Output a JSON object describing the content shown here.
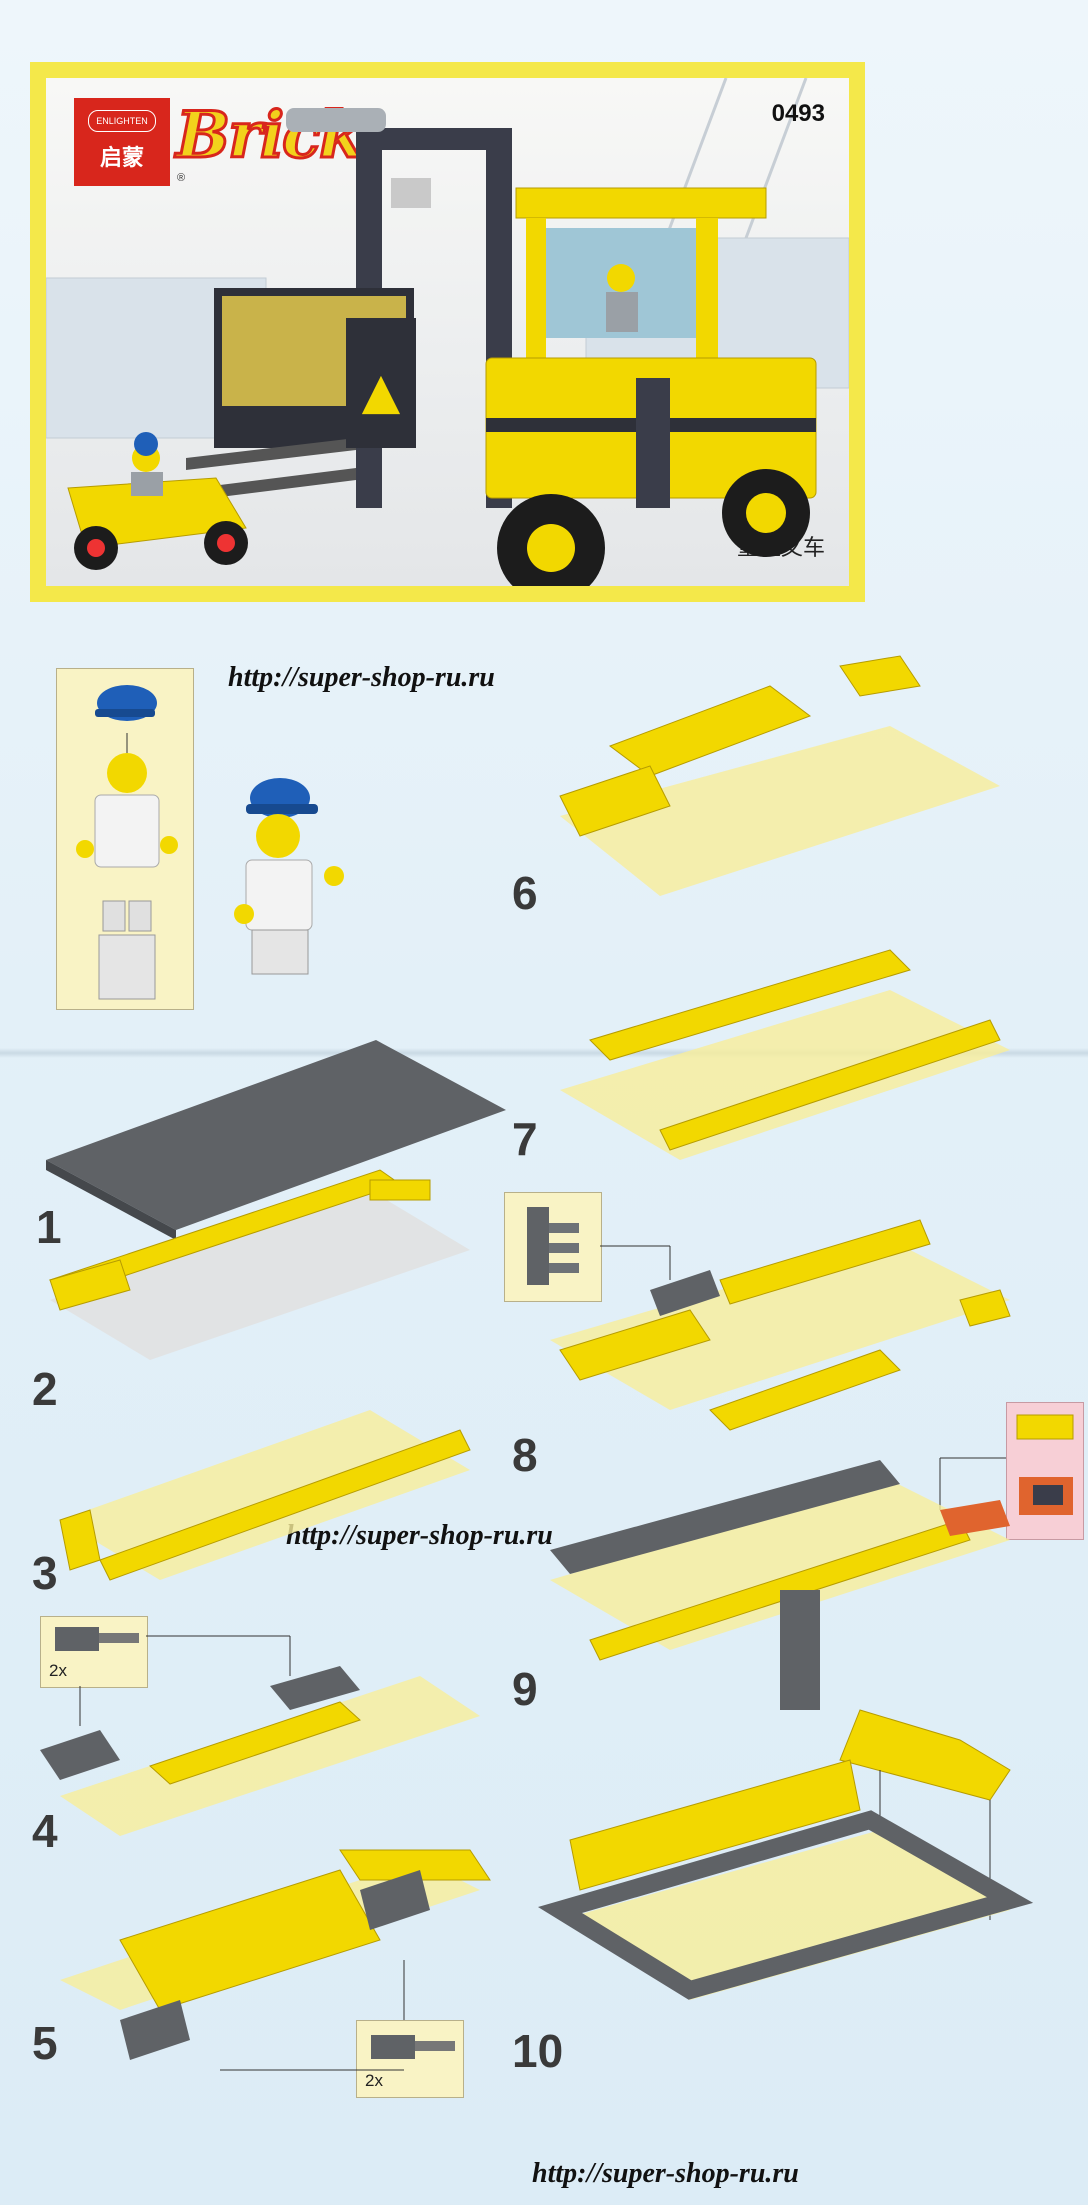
{
  "cover": {
    "brand_seal": "ENLIGHTEN",
    "brand_cn": "启蒙",
    "brand_name": "Brick",
    "trademark": "®",
    "set_number": "0493",
    "set_name": "重型叉车"
  },
  "watermarks": {
    "top": "http://super-shop-ru.ru",
    "middle": "http://super-shop-ru.ru",
    "bottom": "http://super-shop-ru.ru"
  },
  "steps": {
    "s1": "1",
    "s2": "2",
    "s3": "3",
    "s4": "4",
    "s5": "5",
    "s6": "6",
    "s7": "7",
    "s8": "8",
    "s9": "9",
    "s10": "10"
  },
  "callouts": {
    "step4_qty": "2x",
    "step5_qty": "2x"
  },
  "colors": {
    "yellow": "#f2d800",
    "light_yellow": "#f7ee9a",
    "dark_gray": "#5f6266",
    "light_gray": "#cfd2d4",
    "blue_cap": "#1f5fb8"
  }
}
